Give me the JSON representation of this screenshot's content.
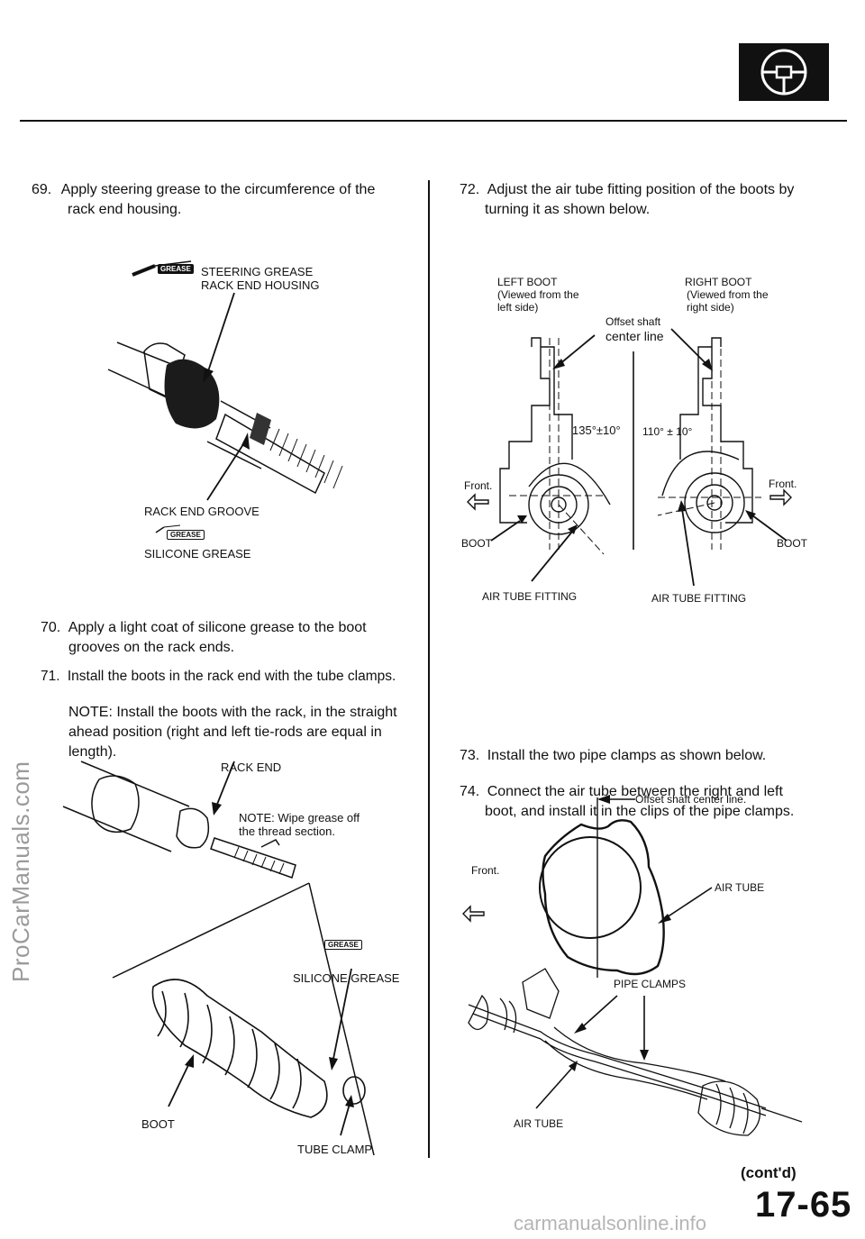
{
  "header": {
    "icon": "steering-wheel-icon"
  },
  "left_column": {
    "step69": {
      "num": "69.",
      "line1": "Apply steering grease to the circumference of the",
      "line2": "rack end housing."
    },
    "fig1": {
      "grease_chip": "GREASE",
      "label_grease": "STEERING GREASE",
      "label_housing": "RACK END HOUSING",
      "label_groove": "RACK END GROOVE",
      "silicone_chip": "GREASE",
      "label_silicone": "SILICONE GREASE"
    },
    "step70": {
      "num": "70.",
      "line1": "Apply a light coat of silicone grease to the boot",
      "line2": "grooves on the rack ends."
    },
    "step71": {
      "num": "71.",
      "line1": "Install the boots in the rack end with the tube clamps."
    },
    "note71": {
      "line1": "NOTE: Install the boots with the rack, in the straight",
      "line2": "ahead position (right and left tie-rods are equal in",
      "line3": "length)."
    },
    "fig2": {
      "label_rack_end": "RACK END",
      "note_line1": "NOTE: Wipe grease off",
      "note_line2": "the thread section.",
      "silicone_chip": "GREASE",
      "label_silicone": "SILICONE GREASE",
      "label_boot": "BOOT",
      "label_clamp": "TUBE CLAMP"
    }
  },
  "right_column": {
    "step72": {
      "num": "72.",
      "line1": "Adjust the air tube fitting position of the boots by",
      "line2": "turning it as shown below."
    },
    "fig3": {
      "left_title": "LEFT BOOT",
      "left_sub1": "(Viewed from the",
      "left_sub2": "left side)",
      "right_title": "RIGHT BOOT",
      "right_sub1": "(Viewed from the",
      "right_sub2": "right side)",
      "offset1": "Offset shaft",
      "offset2": "center line",
      "angle_left": "135°±10°",
      "angle_right": "110° ± 10°",
      "front_left": "Front.",
      "front_right": "Front.",
      "boot_left": "BOOT",
      "boot_right": "BOOT",
      "fitting_left": "AIR TUBE FITTING",
      "fitting_right": "AIR TUBE FITTING"
    },
    "step73": {
      "num": "73.",
      "line1": "Install the two pipe clamps as shown below."
    },
    "step74": {
      "num": "74.",
      "line1": "Connect the air tube between the right and left",
      "line2": "boot, and install it in the clips of the pipe clamps."
    },
    "fig4": {
      "offset": "Offset shaft center line.",
      "front": "Front.",
      "air_tube": "AIR TUBE",
      "pipe_clamps": "PIPE CLAMPS",
      "air_tube_bottom": "AIR TUBE"
    }
  },
  "footer": {
    "contd": "(cont'd)",
    "page_number": "17-65",
    "watermark_side": "ProCarManuals.com",
    "watermark_bottom": "carmanualsonline.info"
  }
}
